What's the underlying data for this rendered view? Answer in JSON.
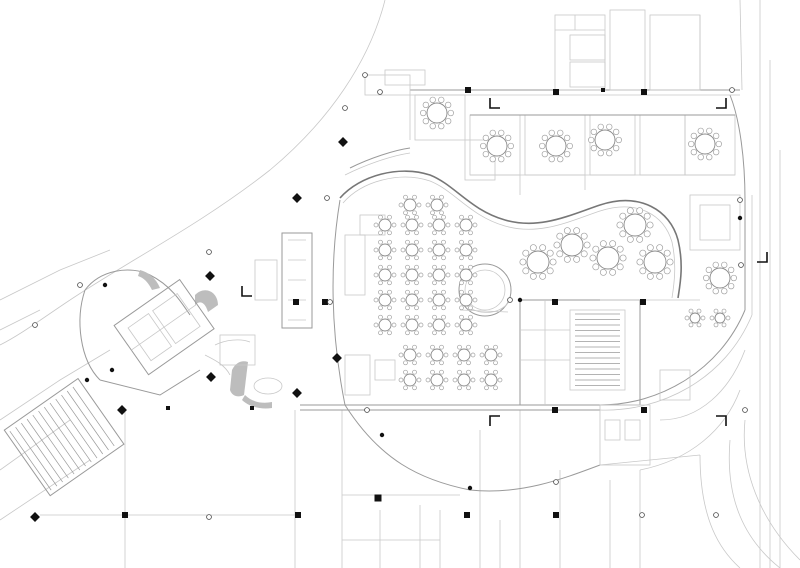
{
  "drawing": {
    "type": "architectural-floor-plan",
    "colors": {
      "background": "#ffffff",
      "line_light": "#c8c8c8",
      "line_mid": "#9a9a9a",
      "line_dark": "#555555",
      "column_fill": "#111111",
      "hatch": "#bdbdbd"
    },
    "symbols": [
      "structural-column",
      "round-column",
      "round-dining-table",
      "section-marker",
      "stair",
      "curved-wall"
    ]
  }
}
